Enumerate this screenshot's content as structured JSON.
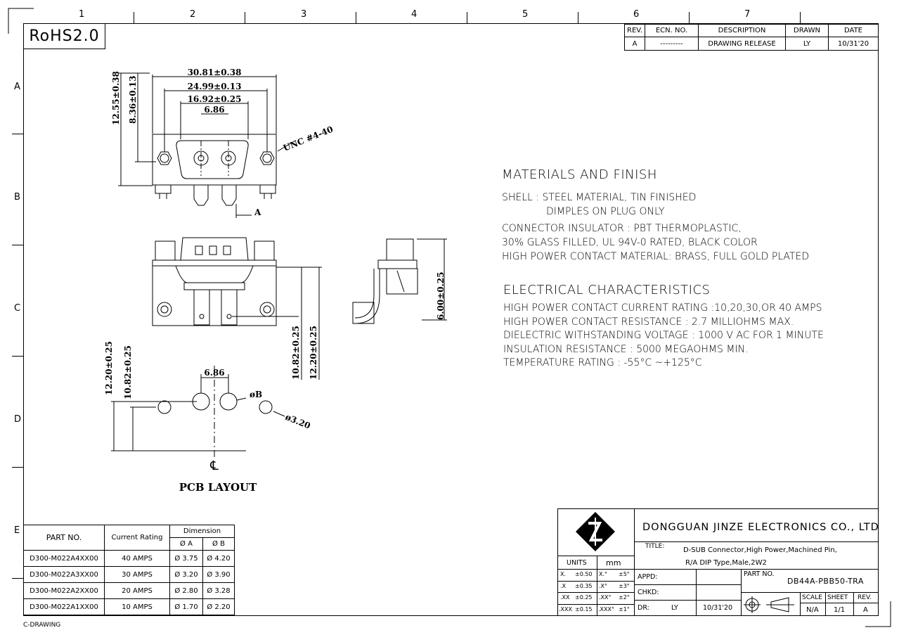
{
  "zones": {
    "columns": [
      "1",
      "2",
      "3",
      "4",
      "5",
      "6",
      "7"
    ],
    "rows": [
      "A",
      "B",
      "C",
      "D",
      "E"
    ]
  },
  "compliance_mark": "RoHS2.0",
  "revision_block": {
    "headers": [
      "REV.",
      "ECN. NO.",
      "DESCRIPTION",
      "DRAWN",
      "DATE"
    ],
    "row": [
      "A",
      "---------",
      "DRAWING RELEASE",
      "LY",
      "10/31'20"
    ]
  },
  "dimensions": {
    "top_view": {
      "overall_width": "30.81±0.38",
      "mount_hole_pitch": "24.99±0.13",
      "shell_width": "16.92±0.25",
      "contact_pitch": "6.86",
      "overall_height": "12.55±0.38",
      "shell_height": "8.36±0.13",
      "thread": "UNC #4-40",
      "section_marker": "A"
    },
    "front_view": {
      "height_1": "10.82±0.25",
      "height_2": "12.20±0.25"
    },
    "side_view": {
      "height": "6.00±0.25"
    },
    "pcb_layout": {
      "title": "PCB LAYOUT",
      "pitch": "6.86",
      "hole_b": "øB",
      "hole_small": "ø3.20",
      "dim_1": "12.20±0.25",
      "dim_2": "10.82±0.25",
      "centerline": "℄"
    }
  },
  "materials": {
    "heading": "MATERIALS AND FINISH",
    "lines": [
      "SHELL : STEEL MATERIAL, TIN FINISHED",
      "DIMPLES ON PLUG ONLY",
      "CONNECTOR INSULATOR : PBT THERMOPLASTIC,",
      "30% GLASS FILLED, UL 94V-0 RATED, BLACK COLOR",
      "HIGH POWER CONTACT MATERIAL: BRASS, FULL GOLD PLATED"
    ]
  },
  "electrical": {
    "heading": "ELECTRICAL CHARACTERISTICS",
    "lines": [
      "HIGH POWER CONTACT CURRENT RATING :10,20,30,OR 40 AMPS",
      "HIGH POWER CONTACT RESISTANCE : 2.7 MILLIOHMS MAX.",
      "DIELECTRIC WITHSTANDING VOLTAGE : 1000 V AC FOR 1 MINUTE",
      "INSULATION RESISTANCE : 5000 MEGAOHMS MIN.",
      "TEMPERATURE RATING : -55°C ~+125°C"
    ]
  },
  "part_table": {
    "headers": {
      "part_no": "PART NO.",
      "current_rating": "Current Rating",
      "dimension": "Dimension",
      "dim_a": "Ø A",
      "dim_b": "Ø B"
    },
    "rows": [
      {
        "part": "D300-M022A4XX00",
        "rating": "40 AMPS",
        "a": "Ø 3.75",
        "b": "Ø 4.20"
      },
      {
        "part": "D300-M022A3XX00",
        "rating": "30 AMPS",
        "a": "Ø 3.20",
        "b": "Ø 3.90"
      },
      {
        "part": "D300-M022A2XX00",
        "rating": "20 AMPS",
        "a": "Ø 2.80",
        "b": "Ø 3.28"
      },
      {
        "part": "D300-M022A1XX00",
        "rating": "10 AMPS",
        "a": "Ø 1.70",
        "b": "Ø 2.20"
      }
    ]
  },
  "title_block": {
    "company": "DONGGUAN JINZE ELECTRONICS CO., LTD",
    "title_label": "TITLE:",
    "title_line1": "D-SUB Connector,High Power,Machined Pin,",
    "title_line2": "R/A DIP Type,Male,2W2",
    "units_label": "UNITS",
    "units_value": "mm",
    "tolerances": [
      {
        "lin_key": "X.",
        "lin_val": "±0.50",
        "ang_key": "X.°",
        "ang_val": "±5°"
      },
      {
        "lin_key": ".X",
        "lin_val": "±0.35",
        "ang_key": ".X°",
        "ang_val": "±3°"
      },
      {
        "lin_key": ".XX",
        "lin_val": "±0.25",
        "ang_key": ".XX°",
        "ang_val": "±2°"
      },
      {
        "lin_key": ".XXX",
        "lin_val": "±0.15",
        "ang_key": ".XXX°",
        "ang_val": "±1°"
      }
    ],
    "appd_label": "APPD:",
    "chkd_label": "CHKD:",
    "dr_label": "DR:",
    "dr_value": "LY",
    "dr_date": "10/31'20",
    "part_no_label": "PART NO.",
    "part_no_value": "DB44A-PBB50-TRA",
    "scale_label": "SCALE",
    "scale_value": "N/A",
    "sheet_label": "SHEET",
    "sheet_value": "1/1",
    "rev_label": "REV.",
    "rev_value": "A"
  },
  "footer_label": "C-DRAWING"
}
